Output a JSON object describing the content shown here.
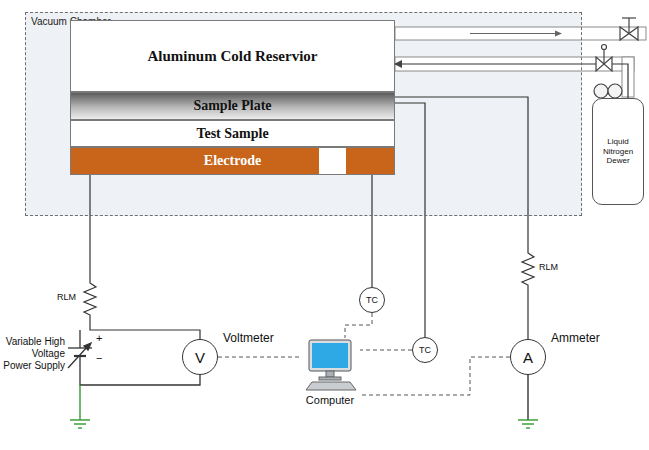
{
  "diagram": {
    "nodes": [
      {
        "text": [
          "Vacuum Chamber"
        ]
      },
      {
        "text": [
          "Aluminum Cold Reservior"
        ],
        "in": 0
      },
      {
        "text": [
          "Sample Plate"
        ],
        "in": 0
      },
      {
        "text": [
          "Test Sample"
        ],
        "in": 0
      },
      {
        "text": [
          "Electrode"
        ],
        "in": 0
      },
      {
        "text": [
          "Liquid Nitrogen Dewer"
        ]
      },
      {
        "text": [
          "TC"
        ]
      },
      {
        "text": [
          "TC"
        ]
      },
      {
        "text": [
          "V",
          "Voltmeter"
        ]
      },
      {
        "text": [
          "A",
          "Ammeter"
        ]
      },
      {
        "text": [
          "Computer"
        ]
      }
    ],
    "edges": [
      {
        "from": 4,
        "to": 8,
        "arrow": "none"
      },
      {
        "from": 4,
        "to": 6,
        "arrow": "none"
      },
      {
        "from": 2,
        "to": 7,
        "arrow": "none"
      },
      {
        "from": 2,
        "to": 9,
        "arrow": "none"
      },
      {
        "from": 5,
        "to": 1,
        "arrow": "to"
      },
      {
        "from": 6,
        "to": 10,
        "arrow": "none"
      },
      {
        "from": 7,
        "to": 10,
        "arrow": "none"
      },
      {
        "from": 8,
        "to": 10,
        "arrow": "none"
      },
      {
        "from": 9,
        "to": 10,
        "arrow": "none"
      }
    ],
    "labels": [
      "RLM",
      "RLM",
      "+",
      "−",
      "Variable High Voltage Power Supply"
    ]
  }
}
